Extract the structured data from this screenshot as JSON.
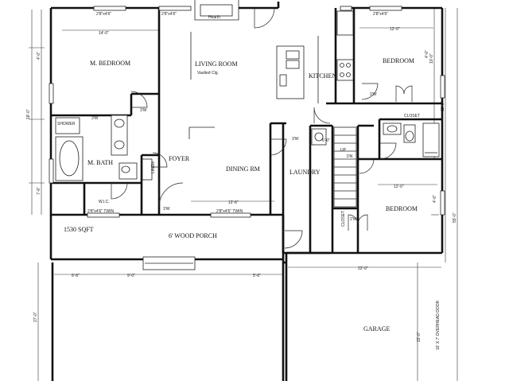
{
  "rooms": {
    "master_bedroom": "M. BEDROOM",
    "living_room": "LIVING ROOM",
    "living_room_note": "Vaulted Clg.",
    "kitchen": "KITCHEN",
    "bedroom_upper": "BEDROOM",
    "bedroom_lower": "BEDROOM",
    "master_bath": "M. BATH",
    "foyer": "FOYER",
    "dining": "DINING RM",
    "laundry": "LAUNDRY",
    "wic": "W.I.C.",
    "closet": "CLOSET",
    "porch": "6' WOOD PORCH",
    "garage": "GARAGE",
    "area": "1530 SQFT",
    "hearth": "Hearth",
    "shower": "SHOWER",
    "linen": "LINEN",
    "closet_small": "CLOSET",
    "upper": "UP",
    "down": "DN"
  },
  "dimensions": {
    "top_1": "2'8\"x4'6\"",
    "top_2": "2'8\"x4'6\"",
    "top_3": "2'8\"x4'6\"",
    "mbed_width": "14'-0\"",
    "bed_width": "12'-0\"",
    "bed2_width": "12'-0\"",
    "living_span": "12'-6\"",
    "window_lr": "2'8\"x4'6\" TWIN",
    "window_wic": "2'8\"x4'6\" TWIN",
    "garage_width": "22'-0\"",
    "garage_depth": "22'-0\"",
    "porch_a": "6'-6\"",
    "porch_b": "9'-0\"",
    "porch_c": "5'-6\"",
    "left_4": "4'-0\"",
    "left_18": "18'-0\"",
    "left_7": "7'-6\"",
    "left_27": "27'-0\"",
    "right_10": "10'-0\"",
    "right_11": "11'-6\"",
    "right_55": "55'-0\"",
    "door_3w_1": "3'W",
    "door_3w_2": "3'W",
    "door_3w_3": "3'W",
    "door_2w_1": "2'W",
    "door_2w_2": "2'W",
    "door_3w_porch": "3'W",
    "garage_door": "16' X 7' OVERHEAD DOOR",
    "hall_6": "6'-0\"",
    "right_4a": "4'-0\"",
    "right_4b": "4'-0\""
  }
}
